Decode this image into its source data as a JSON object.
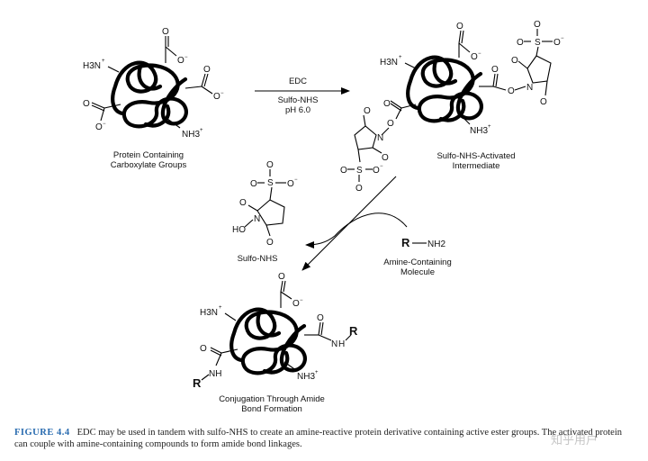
{
  "reagents": {
    "top": "EDC",
    "bottom1": "Sulfo-NHS",
    "bottom2": "pH 6.0"
  },
  "labels": {
    "protein1_line1": "Protein Containing",
    "protein1_line2": "Carboxylate Groups",
    "intermediate_line1": "Sulfo-NHS-Activated",
    "intermediate_line2": "Intermediate",
    "sulfo_nhs": "Sulfo-NHS",
    "amine_line1": "Amine-Containing",
    "amine_line2": "Molecule",
    "conjugate_line1": "Conjugation Through Amide",
    "conjugate_line2": "Bond Formation"
  },
  "atoms": {
    "h3n": "H3N",
    "nh3": "NH3",
    "o_minus": "O",
    "o": "O",
    "n": "N",
    "s": "S",
    "ho": "HO",
    "r": "R",
    "nh2": "NH2",
    "nh": "NH",
    "h": "H"
  },
  "caption": {
    "figure_label": "FIGURE 4.4",
    "text": "EDC may be used in tandem with sulfo-NHS to create an amine-reactive protein derivative containing active ester groups. The activated protein can couple with amine-containing compounds to form amide bond linkages."
  },
  "watermark": "知乎用户"
}
